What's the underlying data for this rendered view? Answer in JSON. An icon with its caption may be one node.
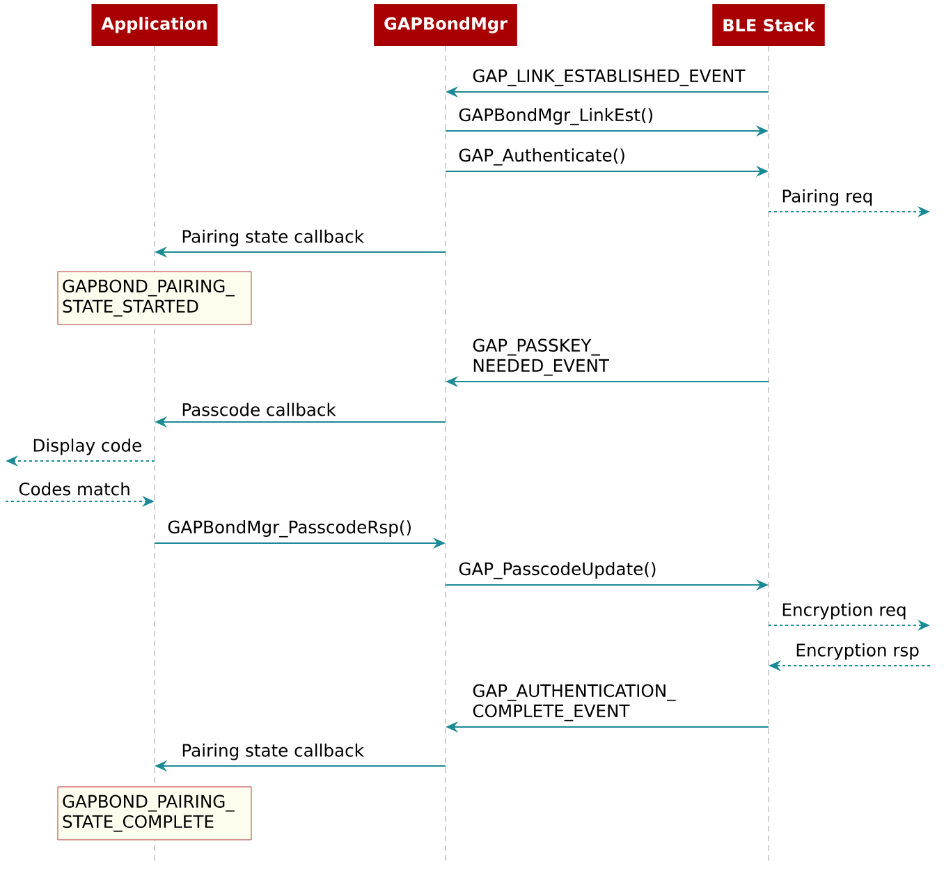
{
  "diagram": {
    "nodes": [
      {
        "text": [
          "Application"
        ]
      },
      {
        "text": [
          "GAPBondMgr"
        ]
      },
      {
        "text": [
          "BLE Stack"
        ]
      },
      {
        "text": [
          "GAPBOND_PAIRING_ STATE_STARTED"
        ]
      },
      {
        "text": [
          "GAPBOND_PAIRING_ STATE_COMPLETE"
        ]
      }
    ],
    "edges": [
      {
        "from": 2,
        "to": 1,
        "arrow": "to",
        "label": "GAP_LINK_ESTABLISHED_EVENT"
      },
      {
        "from": 1,
        "to": 2,
        "arrow": "to",
        "label": "GAPBondMgr_LinkEst()"
      },
      {
        "from": 1,
        "to": 2,
        "arrow": "to",
        "label": "GAP_Authenticate()"
      },
      {
        "from": 2,
        "to": null,
        "arrow": "to",
        "label": "Pairing req",
        "style": "dashed"
      },
      {
        "from": 1,
        "to": 0,
        "arrow": "to",
        "label": "Pairing state callback"
      },
      {
        "from": 2,
        "to": 1,
        "arrow": "to",
        "label": "GAP_PASSKEY_ NEEDED_EVENT"
      },
      {
        "from": 1,
        "to": 0,
        "arrow": "to",
        "label": "Passcode callback"
      },
      {
        "from": 0,
        "to": null,
        "arrow": "to",
        "label": "Display code",
        "style": "dashed"
      },
      {
        "from": null,
        "to": 0,
        "arrow": "to",
        "label": "Codes match",
        "style": "dashed"
      },
      {
        "from": 0,
        "to": 1,
        "arrow": "to",
        "label": "GAPBondMgr_PasscodeRsp()"
      },
      {
        "from": 1,
        "to": 2,
        "arrow": "to",
        "label": "GAP_PasscodeUpdate()"
      },
      {
        "from": 2,
        "to": null,
        "arrow": "to",
        "label": "Encryption req",
        "style": "dashed"
      },
      {
        "from": null,
        "to": 2,
        "arrow": "to",
        "label": "Encryption rsp",
        "style": "dashed"
      },
      {
        "from": 2,
        "to": 1,
        "arrow": "to",
        "label": "GAP_AUTHENTICATION_ COMPLETE_EVENT"
      },
      {
        "from": 1,
        "to": 0,
        "arrow": "to",
        "label": "Pairing state callback"
      }
    ]
  }
}
